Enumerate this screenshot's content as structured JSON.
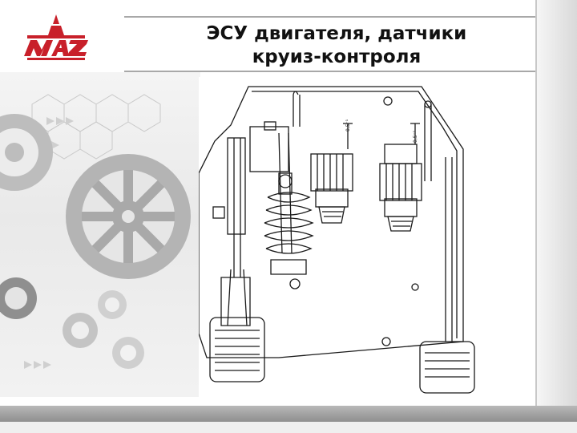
{
  "slide": {
    "title_line1": "ЭСУ двигателя, датчики",
    "title_line2": "круиз-контроля"
  },
  "logo": {
    "icon": "maz-logo-icon",
    "color": "#c8202a"
  },
  "diagram": {
    "dimension_left": "0,5⁻¹",
    "dimension_right": "0,5⁻¹"
  },
  "colors": {
    "accent": "#c8202a",
    "gear_gray": "#9a9a9a",
    "bar_gray": "#a0a0a0"
  }
}
